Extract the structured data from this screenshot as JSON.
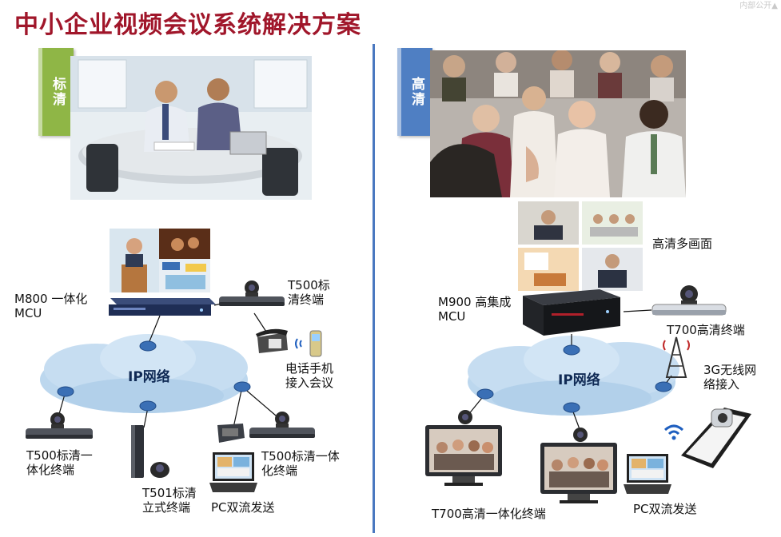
{
  "title": "中小企业视频会议系统解决方案",
  "corner_note": "内部公开▲",
  "left_panel": {
    "badge": "标清",
    "mcu_label": "M800 一体化\nMCU",
    "terminal_top": "T500标\n清终端",
    "phone_access": "电话手机\n接入会议",
    "network": "IP网络",
    "terminal_left": "T500标清一\n体化终端",
    "terminal_standing": "T501标清\n立式终端",
    "terminal_right": "T500标清一体\n化终端",
    "pc": "PC双流发送"
  },
  "right_panel": {
    "badge": "高清",
    "multi_screen": "高清多画面",
    "mcu_label": "M900 高集成\nMCU",
    "terminal_top": "T700高清终端",
    "wireless": "3G无线网\n络接入",
    "network": "IP网络",
    "terminal_bottom": "T700高清一体化终端",
    "pc": "PC双流发送"
  },
  "colors": {
    "title": "#a0162a",
    "badge_sd": "#8fb646",
    "badge_hd": "#4f7fc3",
    "divider": "#4a78c0",
    "cloud": "#bcd7ee",
    "router": "#3a6fb5"
  }
}
